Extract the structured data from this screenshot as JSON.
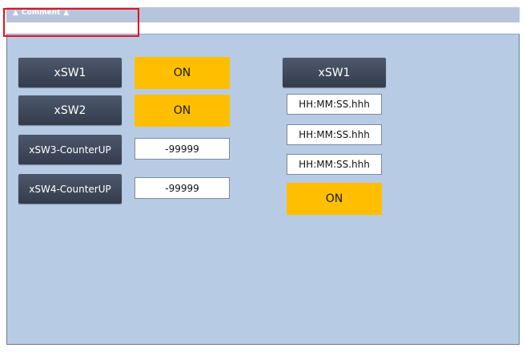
{
  "comment": {
    "label": "Comment",
    "value": ""
  },
  "left_panel": {
    "rows": [
      {
        "button": "xSW1",
        "value": "ON"
      },
      {
        "button": "xSW2",
        "value": "ON"
      },
      {
        "button": "xSW3-CounterUP",
        "value": "-99999"
      },
      {
        "button": "xSW4-CounterUP",
        "value": "-99999"
      }
    ]
  },
  "right_panel": {
    "button": "xSW1",
    "times": [
      "HH:MM:SS.hhh",
      "HH:MM:SS.hhh",
      "HH:MM:SS.hhh"
    ],
    "status": "ON"
  },
  "colors": {
    "background": "#b7cbe4",
    "button": "#3c4657",
    "lamp_on": "#ffbf00",
    "highlight": "#e0141e"
  }
}
